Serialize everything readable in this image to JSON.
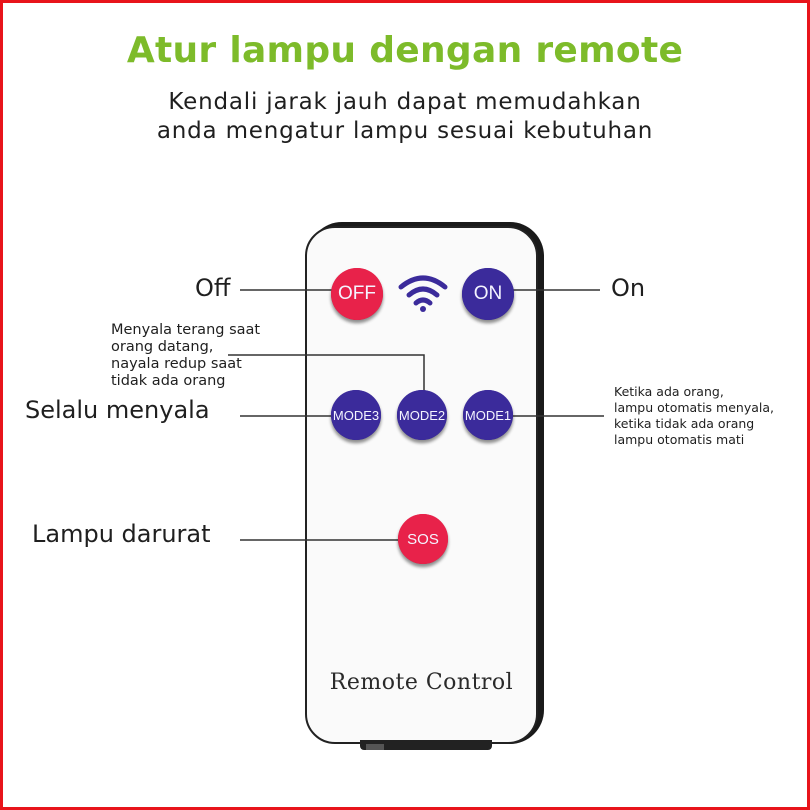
{
  "heading": {
    "title": "Atur lampu dengan remote",
    "subtitle_line1": "Kendali jarak jauh dapat memudahkan",
    "subtitle_line2": "anda mengatur lampu sesuai kebutuhan"
  },
  "colors": {
    "title_green": "#7dbb2a",
    "frame_red": "#e8141b",
    "button_red": "#e8224a",
    "button_blue": "#3b2b9b"
  },
  "remote": {
    "label": "Remote Control",
    "buttons": {
      "off": "OFF",
      "on": "ON",
      "mode3": "MODE3",
      "mode2": "MODE2",
      "mode1": "MODE1",
      "sos": "SOS"
    },
    "signal_icon": "wifi-signal-icon"
  },
  "callouts": {
    "off": "Off",
    "on": "On",
    "mode3": "Selalu menyala",
    "sos": "Lampu darurat",
    "mode2_lines": [
      "Menyala terang saat",
      "orang datang,",
      "nayala redup saat",
      "tidak ada orang"
    ],
    "mode1_lines": [
      "Ketika ada orang,",
      "lampu otomatis menyala,",
      "ketika tidak ada orang",
      "lampu otomatis mati"
    ]
  }
}
